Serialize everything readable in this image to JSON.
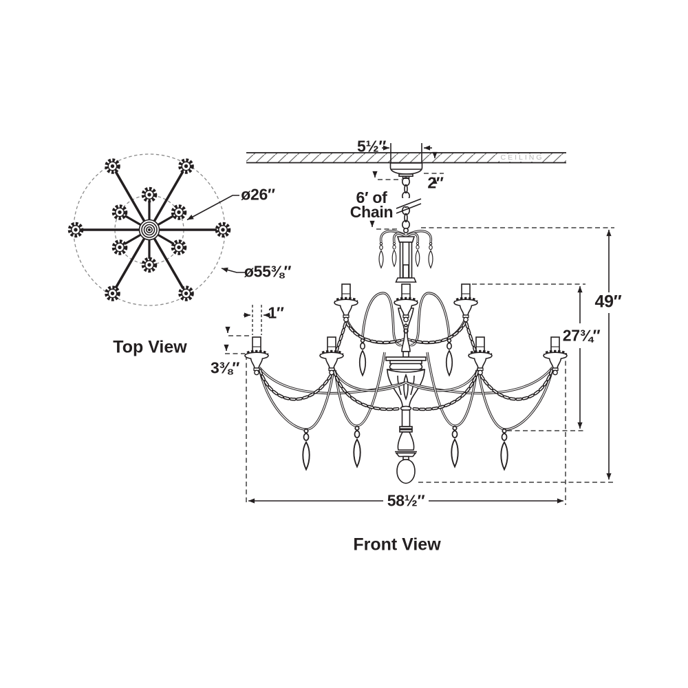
{
  "diagram": {
    "top_view": {
      "label": "Top View",
      "inner_diameter": "ø26″",
      "outer_diameter": "ø55⅜″",
      "lights_outer_ring": 6,
      "lights_inner_ring": 6
    },
    "front_view": {
      "label": "Front View",
      "ceiling_label": "CEILING",
      "chain_note_line1": "6′ of",
      "chain_note_line2": "Chain",
      "dim_canopy_width": "5½″",
      "dim_canopy_height": "2″",
      "dim_overall_height": "49″",
      "dim_body_height": "27¾″",
      "dim_overall_width": "58½″",
      "dim_candle_width": "1″",
      "dim_candle_above_bobeche": "3⅜″"
    },
    "colors": {
      "ink": "#231f20",
      "dashed_line": "#3d3d3d",
      "circle_dashed": "#8a8a8a",
      "ceiling_text": "#b8b8b8",
      "background": "#ffffff"
    }
  }
}
